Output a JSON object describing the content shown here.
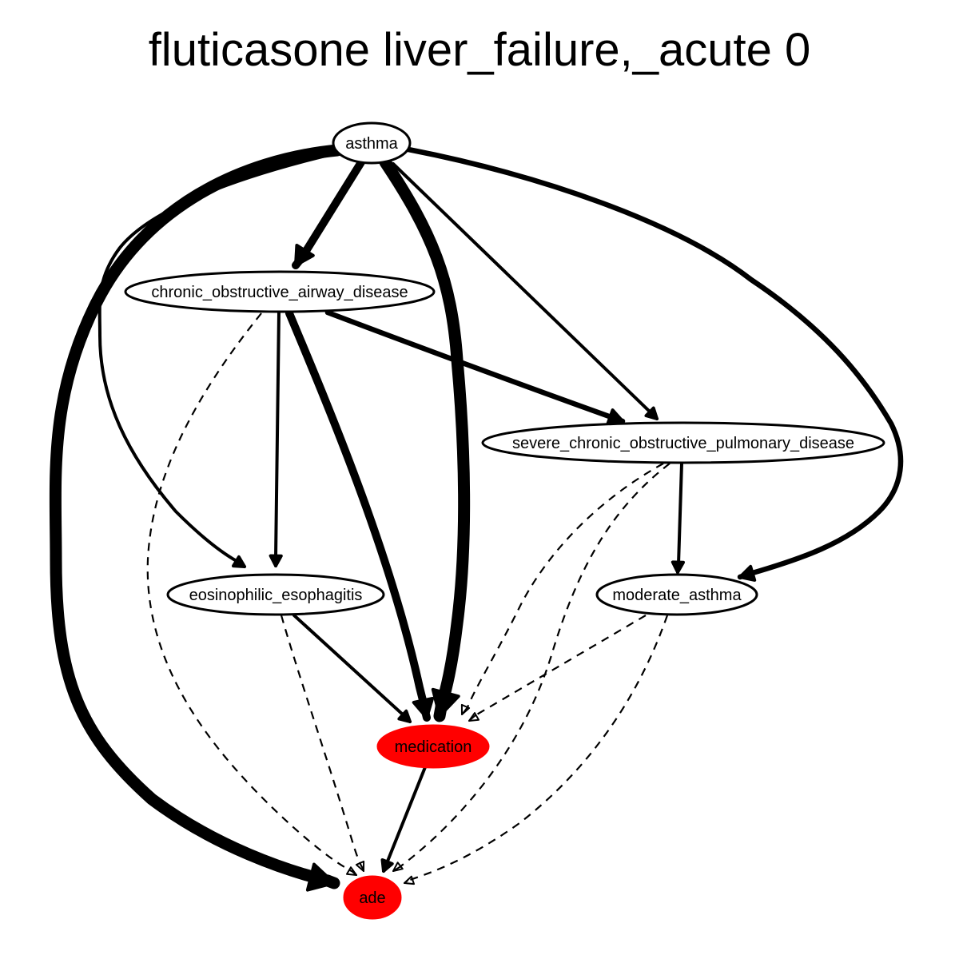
{
  "title": "fluticasone liver_failure,_acute 0",
  "colors": {
    "highlight": "#ff0000",
    "node_fill": "#ffffff",
    "stroke": "#000000"
  },
  "nodes": [
    {
      "id": "asthma",
      "label": "asthma",
      "highlighted": false
    },
    {
      "id": "chronic_obstructive_airway_disease",
      "label": "chronic_obstructive_airway_disease",
      "highlighted": false
    },
    {
      "id": "severe_chronic_obstructive_pulmonary_disease",
      "label": "severe_chronic_obstructive_pulmonary_disease",
      "highlighted": false
    },
    {
      "id": "eosinophilic_esophagitis",
      "label": "eosinophilic_esophagitis",
      "highlighted": false
    },
    {
      "id": "moderate_asthma",
      "label": "moderate_asthma",
      "highlighted": false
    },
    {
      "id": "medication",
      "label": "medication",
      "highlighted": true
    },
    {
      "id": "ade",
      "label": "ade",
      "highlighted": true
    }
  ],
  "edges": [
    {
      "from": "asthma",
      "to": "ade",
      "style": "solid",
      "weight": "heavy"
    },
    {
      "from": "asthma",
      "to": "chronic_obstructive_airway_disease",
      "style": "solid",
      "weight": "bold"
    },
    {
      "from": "asthma",
      "to": "medication",
      "style": "solid",
      "weight": "heavy"
    },
    {
      "from": "asthma",
      "to": "severe_chronic_obstructive_pulmonary_disease",
      "style": "solid",
      "weight": "normal"
    },
    {
      "from": "asthma",
      "to": "moderate_asthma",
      "style": "solid",
      "weight": "medium"
    },
    {
      "from": "asthma",
      "to": "eosinophilic_esophagitis",
      "style": "solid",
      "weight": "normal"
    },
    {
      "from": "chronic_obstructive_airway_disease",
      "to": "severe_chronic_obstructive_pulmonary_disease",
      "style": "solid",
      "weight": "medium"
    },
    {
      "from": "chronic_obstructive_airway_disease",
      "to": "eosinophilic_esophagitis",
      "style": "solid",
      "weight": "normal"
    },
    {
      "from": "chronic_obstructive_airway_disease",
      "to": "medication",
      "style": "solid",
      "weight": "bold"
    },
    {
      "from": "chronic_obstructive_airway_disease",
      "to": "ade",
      "style": "dashed",
      "weight": "thin"
    },
    {
      "from": "severe_chronic_obstructive_pulmonary_disease",
      "to": "moderate_asthma",
      "style": "solid",
      "weight": "normal"
    },
    {
      "from": "severe_chronic_obstructive_pulmonary_disease",
      "to": "medication",
      "style": "dashed",
      "weight": "thin"
    },
    {
      "from": "severe_chronic_obstructive_pulmonary_disease",
      "to": "ade",
      "style": "dashed",
      "weight": "thin"
    },
    {
      "from": "eosinophilic_esophagitis",
      "to": "medication",
      "style": "solid",
      "weight": "normal"
    },
    {
      "from": "eosinophilic_esophagitis",
      "to": "ade",
      "style": "dashed",
      "weight": "thin"
    },
    {
      "from": "moderate_asthma",
      "to": "medication",
      "style": "dashed",
      "weight": "thin"
    },
    {
      "from": "moderate_asthma",
      "to": "ade",
      "style": "dashed",
      "weight": "thin"
    },
    {
      "from": "medication",
      "to": "ade",
      "style": "solid",
      "weight": "normal"
    }
  ]
}
